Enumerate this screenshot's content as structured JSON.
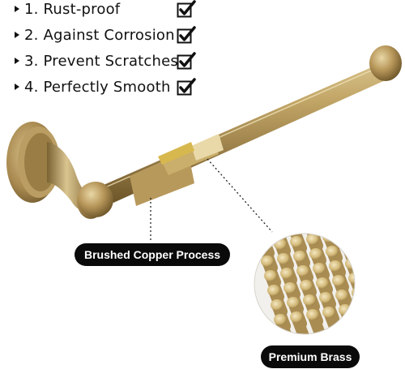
{
  "features": [
    {
      "label": "1. Rust-proof"
    },
    {
      "label": "2. Against Corrosion"
    },
    {
      "label": "3. Prevent Scratches"
    },
    {
      "label": "4. Perfectly Smooth"
    }
  ],
  "callouts": {
    "copper_process": "Brushed Copper Process",
    "premium_brass": "Premium Brass"
  },
  "icons": {
    "bullet": "triangle-right-icon",
    "check": "checkbox-check-icon"
  },
  "colors": {
    "brass": "#b89a5e",
    "brass_dark": "#7d6534",
    "badge_bg": "#0a0a0a",
    "text": "#111111"
  }
}
